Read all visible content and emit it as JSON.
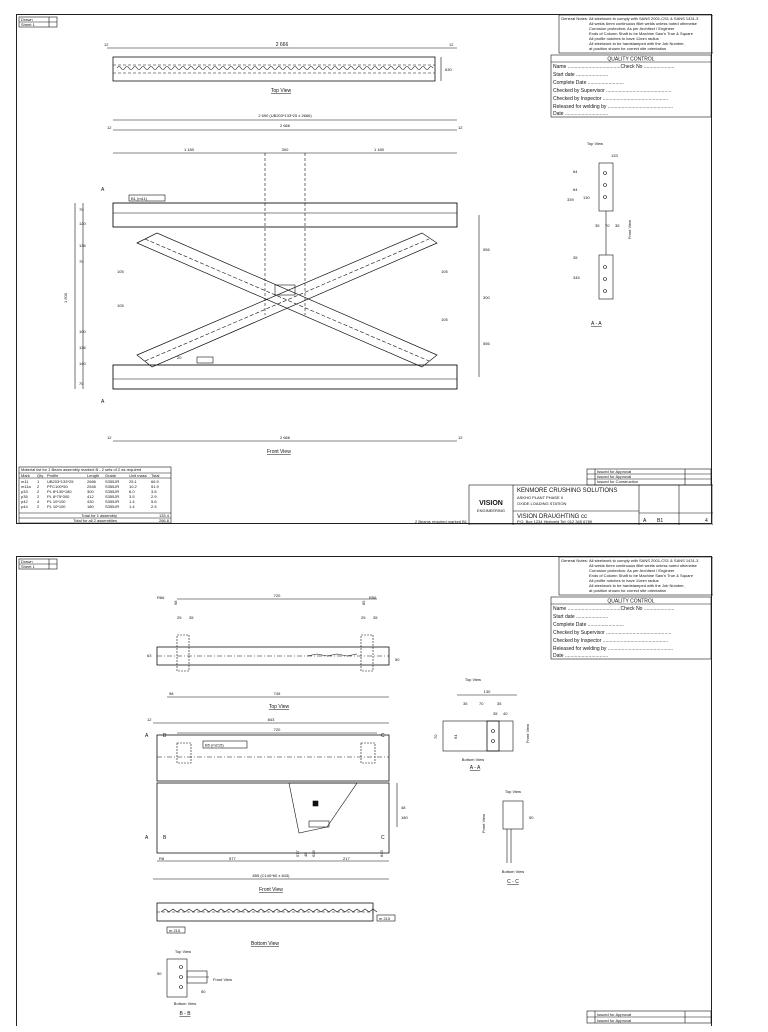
{
  "sheet1": {
    "corner": [
      "Drawn",
      "Sheet 1"
    ],
    "notes": {
      "heading": "General Notes:",
      "lines": [
        "All steelwork to comply with SANS 2001-CS1 & SANS 1431-3",
        "All welds 6mm continuous fillet welds unless noted otherwise",
        "Corrosion protection: As per Architect / Engineer",
        "Ends of Column Shaft to be Machine Saw'n True & Square",
        "All profile notches to have 11mm radius",
        "All steelwork to be hardstamped with the Job Number,",
        "at position shown for correct site orientation"
      ]
    },
    "qc": {
      "heading": "QUALITY CONTROL",
      "rows": [
        "Name ......................................Check No ......................",
        "Start date .......................",
        "Complete Date ..........................",
        "Checked by Supervisor ...............................................",
        "Checked by Inspector ...............................................",
        "Released for welding by ...............................................",
        "Date ..............................."
      ]
    },
    "top_view": {
      "label": "Top View",
      "dims": [
        "12",
        "2 666",
        "12"
      ],
      "side_dim": "630"
    },
    "front_view": {
      "label": "Front View",
      "overall": "2 690 (UB203*133*25 x 2666)",
      "inner": "2 666",
      "ends": [
        "12",
        "12"
      ],
      "segments": [
        "1 180",
        "300",
        "1 180"
      ],
      "member_tag": "B1 (m11)",
      "bottom_dims": [
        "12",
        "2 666",
        "12"
      ],
      "section_marks": [
        "A",
        "A"
      ],
      "height_dim": "1 500",
      "right_dims": [
        "556",
        "300",
        "556"
      ],
      "left_dims": [
        "70",
        "120",
        "136",
        "70",
        "100",
        "136",
        "140",
        "70"
      ],
      "small_dims": [
        "105",
        "105",
        "105",
        "105",
        "20"
      ]
    },
    "section": {
      "label": "A - A",
      "top_tag": "Top View",
      "side_tag": "Front View",
      "dims": [
        "133",
        "64",
        "64",
        "130",
        "339",
        "35",
        "70",
        "35",
        "35",
        "345"
      ]
    },
    "parts": {
      "heading": "Material list for 1 Beam assembly marked B - 2 sets of 2 as required",
      "columns": [
        "Mark",
        "Qty",
        "Profile",
        "Length",
        "Grade",
        "Unit mass",
        "Total"
      ],
      "rows": [
        [
          "m11",
          "1",
          "UB203*133*25",
          "2666",
          "S355JR",
          "25.1",
          "66.9"
        ],
        [
          "m11a",
          "2",
          "PFC100*50",
          "2545",
          "S355JR",
          "10.2",
          "51.9"
        ],
        [
          "p33",
          "2",
          "PL 8*130*180",
          "300",
          "S355JR",
          "6.0",
          "3.6"
        ],
        [
          "p35",
          "2",
          "PL 8*75*300",
          "412",
          "S355JR",
          "3.5",
          "2.9"
        ],
        [
          "p42",
          "4",
          "PL 10*100",
          "430",
          "S355JR",
          "1.4",
          "5.6"
        ],
        [
          "p44",
          "2",
          "PL 10*100",
          "180",
          "S355JR",
          "1.4",
          "2.5"
        ]
      ],
      "sum_label": "Total for 1 assembly",
      "sum_value": "133.4",
      "total_label": "Total for all 2 assemblies",
      "total_value": "266.8"
    },
    "revisions": [
      "Issued for Approval",
      "Issued for Approval",
      "Issued for Construction"
    ],
    "title_block": {
      "logo_main": "VISION",
      "logo_sub": "ENGINEERING",
      "client": "KENMORE CRUSHING SOLUTIONS",
      "project": "ASKHO PLANT PHASE II",
      "item": "OXIDE LOADING STATION",
      "company": "VISION DRAUGHTING cc",
      "address": "P.O. Box 1234 Highveld  Tel: 012 345 6789",
      "sheet_code": "A",
      "drawing_no": "B1",
      "rev": "4"
    },
    "footnote": "2 Beams required marked B1"
  },
  "sheet2": {
    "corner": [
      "Drawn",
      "Sheet 1"
    ],
    "top_view": {
      "label": "Top View",
      "dims": [
        "R66",
        "98",
        "720",
        "85",
        "R56",
        "25",
        "35",
        "25",
        "35",
        "98",
        "745"
      ],
      "side_dims": [
        "63",
        "50"
      ]
    },
    "front_view": {
      "label": "Front View",
      "overall_top": "843",
      "inner_top": "720",
      "end": "12",
      "member_tag": "B5 (m215)",
      "section_marks": [
        "A",
        "B",
        "C",
        "A",
        "B",
        "C"
      ],
      "bottom_dims": [
        "R8",
        "577",
        "577",
        "48",
        "626",
        "217",
        "843"
      ],
      "overall_bottom": "855 (C140*60 x 843)",
      "right_dims": [
        "48",
        "180"
      ]
    },
    "bottom_view": {
      "label": "Bottom View",
      "tags": [
        "m 215",
        "m 215"
      ]
    },
    "section_aa": {
      "label": "A - A",
      "top_tag": "Top View",
      "bottom_tag": "Bottom View",
      "side_tag": "Front View",
      "dims": [
        "130",
        "35",
        "70",
        "35",
        "35",
        "40",
        "70",
        "64"
      ]
    },
    "section_cc": {
      "label": "C - C",
      "top_tag": "Top View",
      "bottom_tag": "Bottom View",
      "side_tag": "Front View",
      "dims": [
        "50"
      ]
    },
    "section_bb": {
      "label": "B - B",
      "top_tag": "Top View",
      "bottom_tag": "Bottom View",
      "side_tag": "Front View",
      "dims": [
        "50",
        "50"
      ]
    },
    "revisions": [
      "Issued for Approval",
      "Issued for Approval"
    ]
  }
}
